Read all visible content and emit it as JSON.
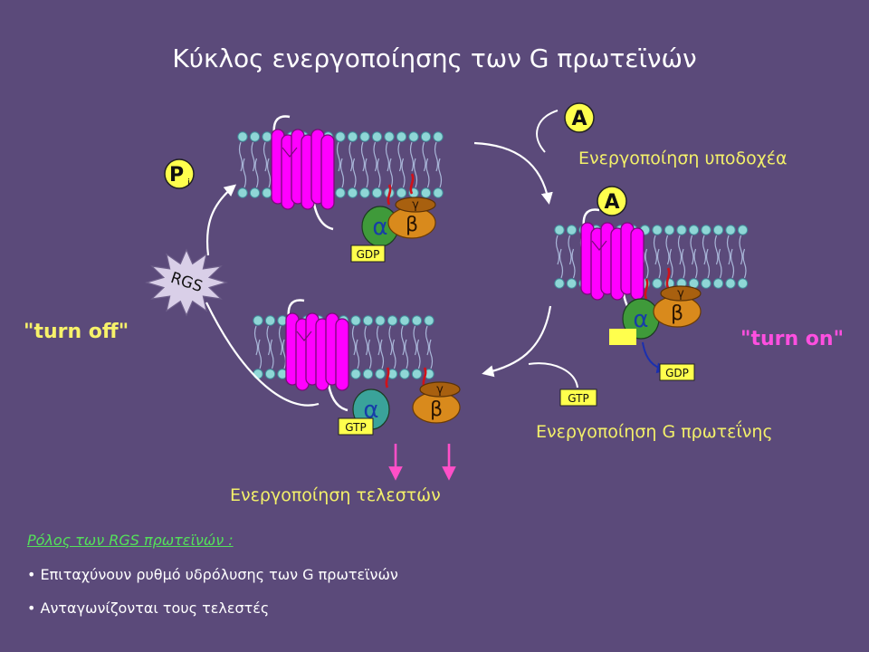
{
  "title": "Κύκλος ενεργοποίησης των G πρωτεϊνών",
  "labels": {
    "receptor_activation": "Ενεργοποίηση υποδοχέα",
    "g_protein_activation": "Ενεργοποίηση G πρωτεΐνης",
    "effector_activation": "Ενεργοποίηση τελεστών",
    "turn_off": "\"turn off\"",
    "turn_on": "\"turn on\""
  },
  "badges": {
    "agonist": "A",
    "phosphate": "P",
    "phosphate_sub": "i",
    "rgs": "RGS",
    "gdp": "GDP",
    "gtp": "GTP"
  },
  "subunits": {
    "alpha": "α",
    "beta": "β",
    "gamma": "γ"
  },
  "rgs_roles": {
    "heading": "Ρόλος των RGS πρωτεϊνών :",
    "items": [
      "Επιταχύνουν ρυθμό υδρόλυσης των G πρωτεϊνών",
      "Ανταγωνίζονται τους τελεστές"
    ]
  },
  "colors": {
    "background": "#5b4a7a",
    "label_yellow": "#f3f06a",
    "receptor_magenta": "#ff00ff",
    "alpha_gdp_green": "#3f9a3a",
    "alpha_gtp_teal": "#3aa39a",
    "beta_gamma_orange": "#d98a1c",
    "badge_yellow": "#ffff4d",
    "effector_arrow_pink": "#ff4fc8",
    "rgs_burst": "#d9cfe8"
  }
}
